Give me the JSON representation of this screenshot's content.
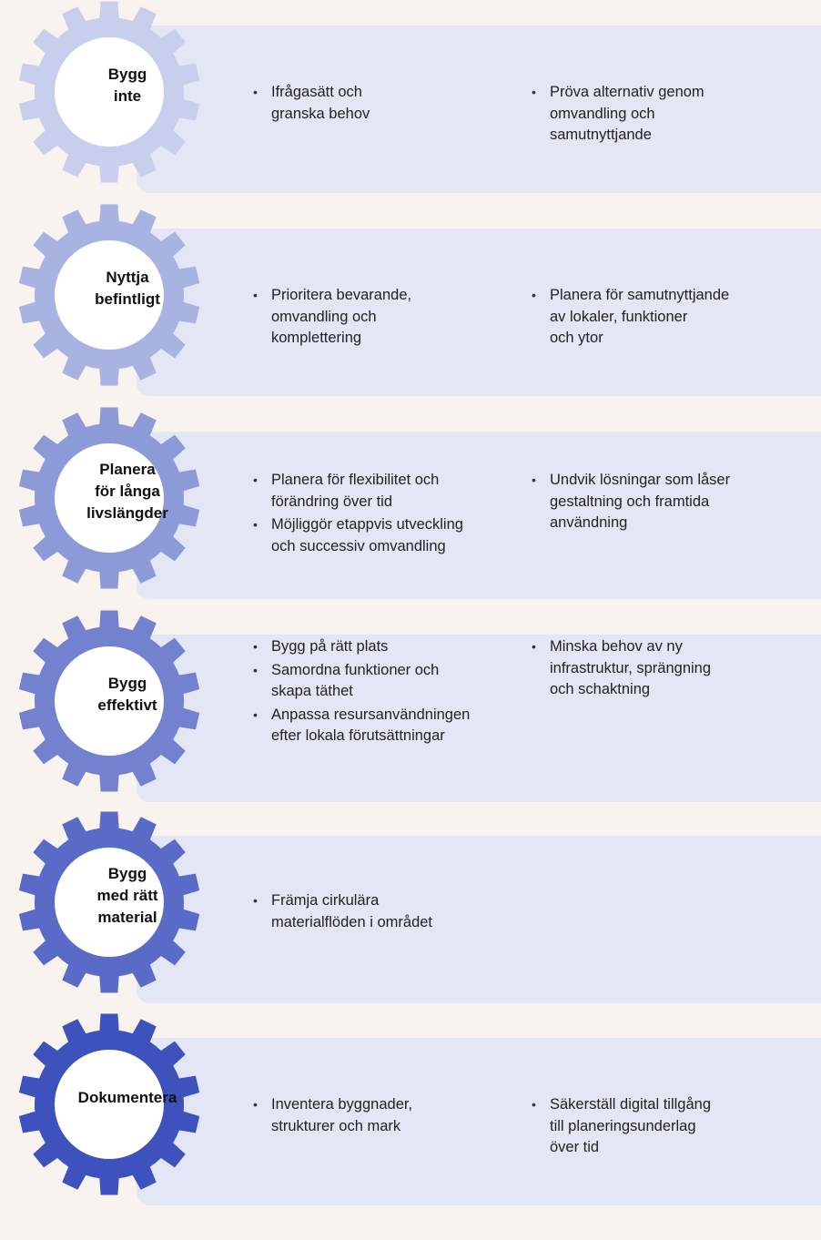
{
  "rows": [
    {
      "gear_label": "Bygg\ninte",
      "gear_color": "#c8cfec",
      "col1": [
        "Ifrågasätt och\ngranska behov"
      ],
      "col2": [
        "Pröva alternativ genom\nomvandling och\nsamutnyttjande"
      ]
    },
    {
      "gear_label": "Nyttja\nbefintligt",
      "gear_color": "#a9b3e2",
      "col1": [
        "Prioritera bevarande,\nomvandling och\nkomplettering"
      ],
      "col2": [
        "Planera för samutnyttjande\nav lokaler, funktioner\noch ytor"
      ]
    },
    {
      "gear_label": "Planera\nför långa\nlivslängder",
      "gear_color": "#8d9ad8",
      "col1": [
        "Planera för flexibilitet och\nförändring över tid",
        "Möjliggör etappvis utveckling\noch successiv omvandling"
      ],
      "col2": [
        "Undvik lösningar som låser\ngestaltning och framtida\nanvändning"
      ]
    },
    {
      "gear_label": "Bygg\neffektivt",
      "gear_color": "#7282cf",
      "col1": [
        "Bygg på rätt plats",
        "Samordna funktioner och\nskapa täthet",
        "Anpassa resursanvändningen\nefter lokala förutsättningar"
      ],
      "col2": [
        "Minska behov av ny\ninfrastruktur, sprängning\noch schaktning"
      ]
    },
    {
      "gear_label": "Bygg\nmed rätt\nmaterial",
      "gear_color": "#5a6bc7",
      "col1": [
        "Främja cirkulära\nmaterialflöden i området"
      ],
      "col2": []
    },
    {
      "gear_label": "Dokumentera",
      "gear_color": "#3d52bc",
      "col1": [
        "Inventera byggnader,\nstrukturer och mark"
      ],
      "col2": [
        "Säkerställ digital tillgång\ntill planeringsunderlag\növer tid"
      ]
    }
  ]
}
